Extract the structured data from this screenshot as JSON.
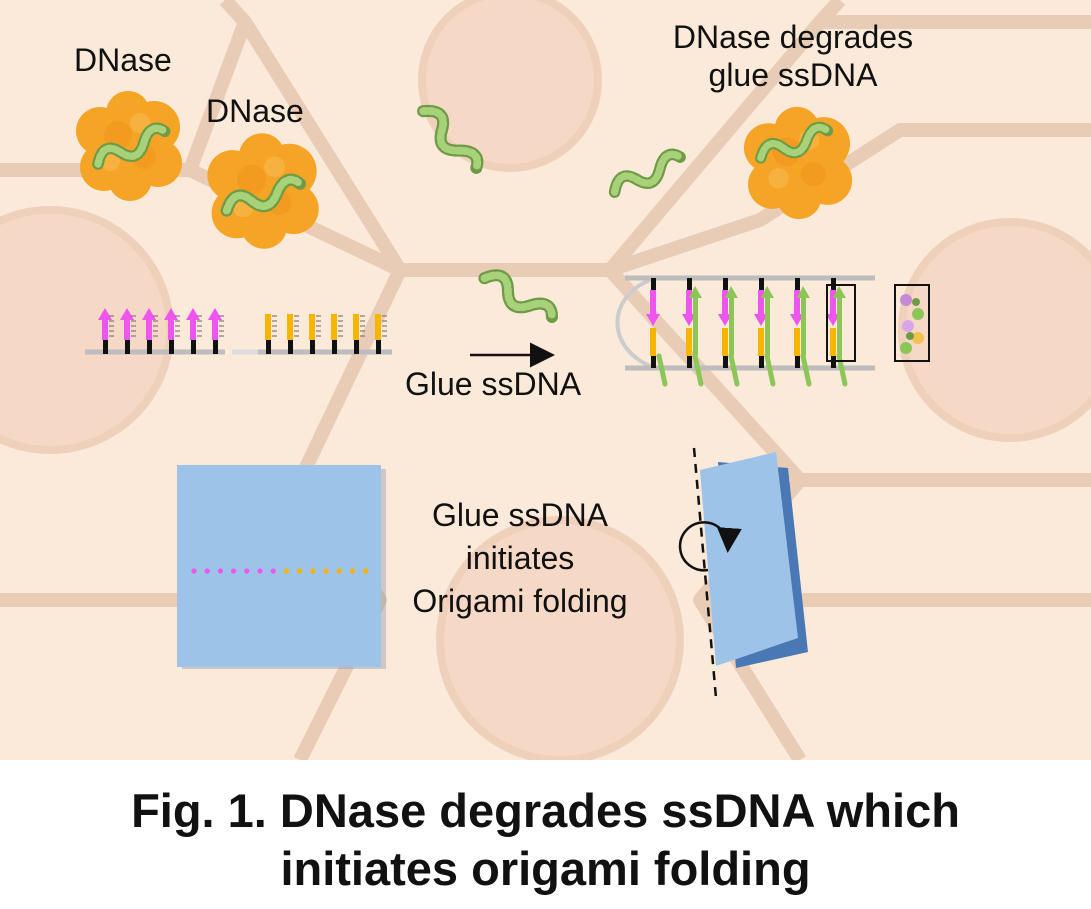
{
  "labels": {
    "dnase_1": "DNase",
    "dnase_2": "DNase",
    "dnase_degrades_line1": "DNase degrades",
    "dnase_degrades_line2": "glue ssDNA",
    "glue_arrow": "Glue ssDNA",
    "fold_line1": "Glue ssDNA",
    "fold_line2": "initiates",
    "fold_line3": "Origami folding"
  },
  "caption": {
    "line1": "Fig. 1. DNase degrades ssDNA which",
    "line2": "initiates origami folding"
  },
  "colors": {
    "background": "#fbe9d9",
    "cell_outline": "#e9ccb6",
    "dnase_orange": "#f5a425",
    "ssdna_green": "#9ccb6a",
    "magenta_strand": "#ee55ee",
    "yellow_strand": "#f7b500",
    "green_strand": "#8cc657",
    "origami_blue": "#9ec3e8",
    "origami_shadow": "#4a78b5",
    "backbone_gray": "#bdbdbd"
  }
}
